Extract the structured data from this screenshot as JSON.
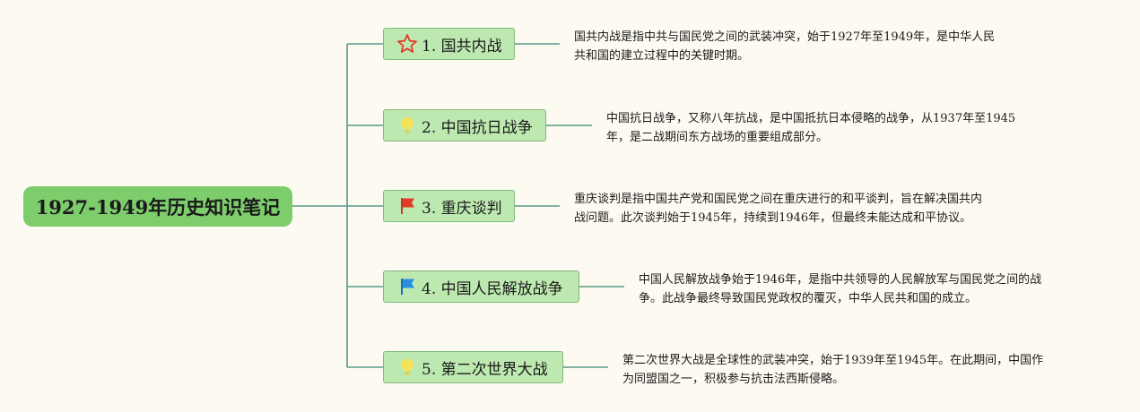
{
  "root": {
    "title": "1927-1949年历史知识笔记"
  },
  "branches": [
    {
      "label": "1. 国共内战",
      "icon": "star-icon",
      "note": [
        "国共内战是指中共与国民党之间的武装冲突，始于1927年至1949年，是中华人民",
        "共和国的建立过程中的关键时期。"
      ]
    },
    {
      "label": "2. 中国抗日战争",
      "icon": "lightbulb-icon",
      "note": [
        "中国抗日战争，又称八年抗战，是中国抵抗日本侵略的战争，从1937年至1945",
        "年，是二战期间东方战场的重要组成部分。"
      ]
    },
    {
      "label": "3. 重庆谈判",
      "icon": "red-flag-icon",
      "note": [
        "重庆谈判是指中国共产党和国民党之间在重庆进行的和平谈判，旨在解决国共内",
        "战问题。此次谈判始于1945年，持续到1946年，但最终未能达成和平协议。"
      ]
    },
    {
      "label": "4. 中国人民解放战争",
      "icon": "blue-flag-icon",
      "note": [
        "中国人民解放战争始于1946年，是指中共领导的人民解放军与国民党之间的战",
        "争。此战争最终导致国民党政权的覆灭，中华人民共和国的成立。"
      ]
    },
    {
      "label": "5. 第二次世界大战",
      "icon": "lightbulb-icon",
      "note": [
        "第二次世界大战是全球性的武装冲突，始于1939年至1945年。在此期间，中国作",
        "为同盟国之一，积极参与抗击法西斯侵略。"
      ]
    }
  ],
  "colors": {
    "background": "#fdfbf1",
    "root_fill": "#7dcd6c",
    "node_fill": "#bde9b0",
    "node_border": "#7fb980",
    "connector": "#5a9a8a"
  }
}
